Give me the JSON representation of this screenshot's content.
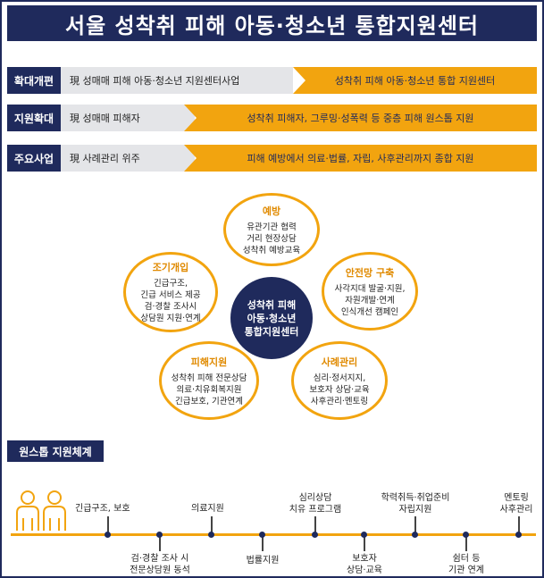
{
  "title": "서울 성착취 피해 아동·청소년 통합지원센터",
  "rows": [
    {
      "label": "확대개편",
      "before": "現 성매매 피해 아동·청소년 지원센터사업",
      "after": "성착취 피해 아동·청소년 통합 지원센터"
    },
    {
      "label": "지원확대",
      "before": "現 성매매 피해자",
      "after": "성착취 피해자, 그루밍·성폭력 등 중층 피해 원스톱 지원"
    },
    {
      "label": "주요사업",
      "before": "現 사례관리 위주",
      "after": "피해 예방에서 의료·법률, 자립, 사후관리까지 종합 지원"
    }
  ],
  "hub": {
    "center": [
      "성착취 피해",
      "아동·청소년",
      "통합지원센터"
    ],
    "nodes": [
      {
        "head": "예방",
        "lines": [
          "유관기관 협력",
          "거리 현장상담",
          "성착취 예방교육"
        ]
      },
      {
        "head": "안전망 구축",
        "lines": [
          "사각지대 발굴·지원,",
          "자원개발·연계",
          "인식개선 캠페인"
        ]
      },
      {
        "head": "사례관리",
        "lines": [
          "심리·정서지지,",
          "보호자 상담·교육",
          "사후관리·멘토링"
        ]
      },
      {
        "head": "피해지원",
        "lines": [
          "성착취 피해 전문상담",
          "의료·치유회복지원",
          "긴급보호, 기관연계"
        ]
      },
      {
        "head": "조기개입",
        "lines": [
          "긴급구조,",
          "긴급 서비스 제공",
          "검·경찰 조사시",
          "상담원 지원·연계"
        ]
      }
    ]
  },
  "one_stop": {
    "title": "원스톱 지원체계",
    "top": [
      {
        "lines": [
          "긴급구조, 보호"
        ]
      },
      {
        "lines": [
          "의료지원"
        ]
      },
      {
        "lines": [
          "심리상담",
          "치유 프로그램"
        ]
      },
      {
        "lines": [
          "학력취득·취업준비",
          "자립지원"
        ]
      },
      {
        "lines": [
          "멘토링",
          "사후관리"
        ]
      }
    ],
    "bottom": [
      {
        "lines": [
          "검·경찰 조사 시",
          "전문상담원 동석"
        ]
      },
      {
        "lines": [
          "법률지원"
        ]
      },
      {
        "lines": [
          "보호자",
          "상담·교육"
        ]
      },
      {
        "lines": [
          "쉼터 등",
          "기관 연계"
        ]
      }
    ]
  },
  "colors": {
    "navy": "#1f2a5c",
    "orange": "#f2a40f",
    "gray": "#e4e5e8"
  },
  "icons": {
    "people": "two-people-icon"
  }
}
